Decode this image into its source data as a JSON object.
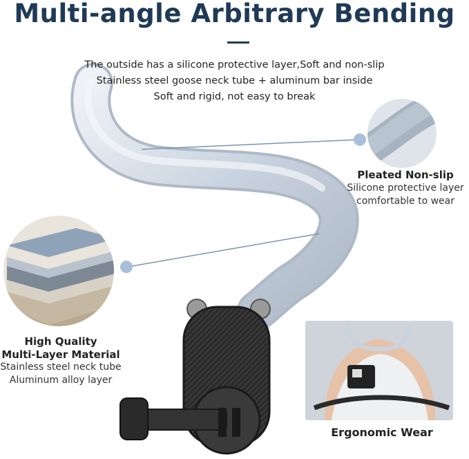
{
  "title": "Multi-angle Arbitrary Bending",
  "intro_lines": [
    "The outside has a silicone protective layer,Soft and non-slip",
    "Stainless steel goose neck tube + aluminum bar inside",
    "Soft and rigid, not easy to break"
  ],
  "feature_right": {
    "title": "Pleated Non-slip",
    "lines": [
      "Silicone protective layer",
      "comfortable to wear"
    ]
  },
  "feature_left": {
    "title_lines": [
      "High Quality",
      "Multi-Layer Material"
    ],
    "lines": [
      "Stainless steel neck tube",
      "Aluminum alloy layer"
    ]
  },
  "photo_caption": "Ergonomic Wear",
  "colors": {
    "title": "#1f3a56",
    "silicone": "#c9d3df",
    "callout_dot": "#a9bfd9",
    "mount": "#2b2b2b"
  }
}
